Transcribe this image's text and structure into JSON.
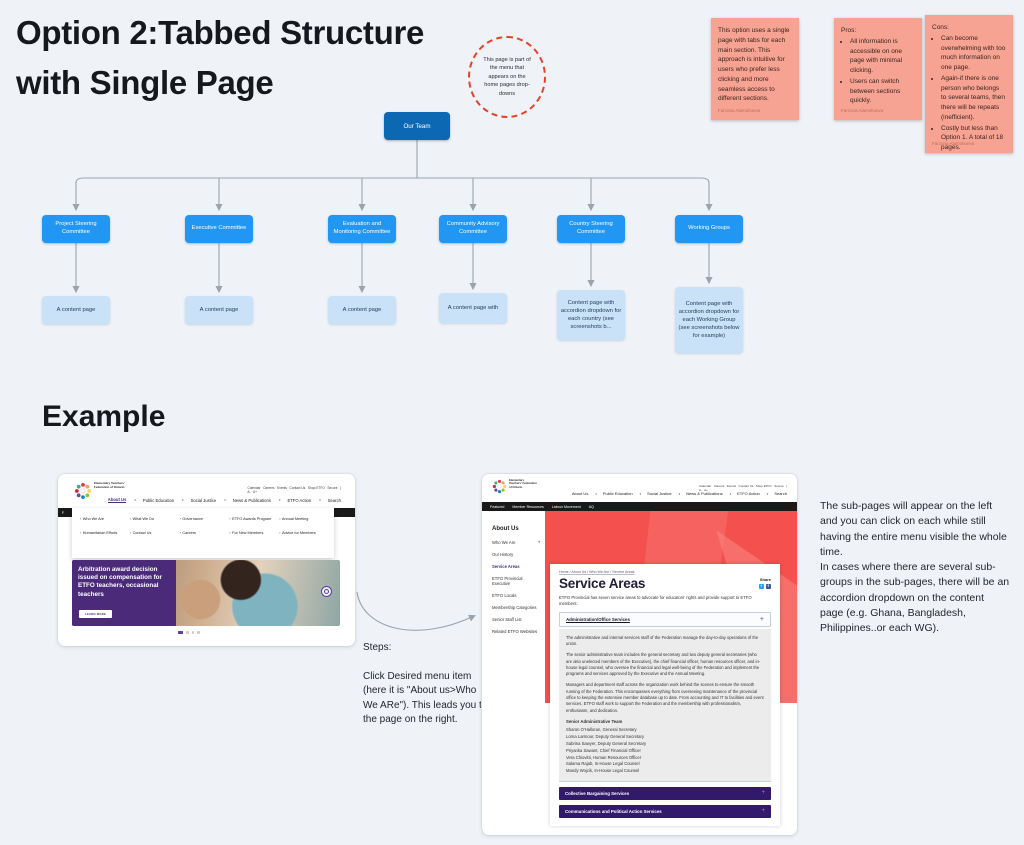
{
  "page": {
    "title_line1": "Option 2:Tabbed Structure",
    "title_line2": "with Single Page",
    "example_heading": "Example"
  },
  "annotation_circle": {
    "text": "This page is part of the menu that appears on the home pages drop-downs"
  },
  "sticky_notes": [
    {
      "text": "This option uses a single page with tabs for each main section. This approach is intuitive for users who prefer less clicking and more seamless access to different sections.",
      "author": "Farzona Alamshoeva"
    },
    {
      "title": "Pros:",
      "bullets": [
        "All information is accessible on one page with minimal clicking.",
        "Users can switch between sections quickly."
      ],
      "author": "Farzona Alamshoeva"
    },
    {
      "title": "Cons:",
      "bullets": [
        "Can become overwhelming with too much information on one page.",
        "Again-if there is one person who belongs to several teams, then there will be repeats (inefficient).",
        "Costly but less than Option 1. A total of 18 pages."
      ],
      "author": "Farzona Alamshoeva"
    }
  ],
  "orgchart": {
    "root": "Our Team",
    "children": [
      {
        "label": "Project Steering Committee",
        "content": "A content page"
      },
      {
        "label": "Executive Committee",
        "content": "A content page"
      },
      {
        "label": "Evaluation and Monitoring Committee",
        "content": "A content page"
      },
      {
        "label": "Community Advisory Committee",
        "content": "A content page with"
      },
      {
        "label": "Country Steering Committee",
        "content": "Content page with accordion dropdown for each country (see screenshots b..."
      },
      {
        "label": "Working Groups",
        "content": "Content page with accordion dropdown for each Working Group (see screenshots below for example)"
      }
    ]
  },
  "steps_note": {
    "label": "Steps:",
    "body": "Click Desired menu item (here it is \"About us>Who We ARe\"). This leads you to the page on the right."
  },
  "side_note": {
    "text": "The sub-pages will appear on the left and you can click on each while still having the entire menu visible the whole time.\nIn cases where there are several sub-groups in the sub-pages, there will be an accordion dropdown on the content page (e.g. Ghana, Bangladesh, Philippines..or each WG)."
  },
  "site": {
    "brand": "Elementary Teachers' Federation of Ontario",
    "utility": "Calendar   Careers   Events   Contact Us   Shop ETFO   Secure   |",
    "font_controls": "A-   A+",
    "nav": [
      "About Us",
      "Public Education",
      "Social Justice",
      "News & Publications",
      "ETFO Action",
      "Search"
    ]
  },
  "icons": {
    "chevron_down": "▾",
    "caret": "›",
    "plus": "+",
    "twitter": "t",
    "facebook": "f"
  },
  "home_page": {
    "black_bar_sliver": "F",
    "dropdown": [
      [
        "Who We Are",
        "What We Do",
        "Governance",
        "ETFO Awards Program",
        "Annual Meeting"
      ],
      [
        "Humanitarian Efforts",
        "Contact Us",
        "Careers",
        "For New Members",
        "Advice for Members"
      ]
    ],
    "hero_title": "Arbitration award decision issued on compensation for ETFO teachers, occasional teachers",
    "hero_button": "LEARN MORE"
  },
  "service_page": {
    "secondary_nav": [
      "Featured",
      "Member Resources",
      "Labour Movement",
      "AQ"
    ],
    "sidebar_title": "About Us",
    "sidebar_items": [
      "Who We Are",
      "Our History",
      "Service Areas",
      "ETFO Provincial Executive",
      "ETFO Locals",
      "Membership Categories",
      "Senior Staff List",
      "Related ETFO Websites"
    ],
    "breadcrumb": "Home / About Us / Who We Are / Service Areas",
    "title": "Service Areas",
    "share_label": "Share",
    "intro": "ETFO Provincial has seven service areas to advocate for educators' rights and provide support to ETFO members:",
    "accordion_open_label": "Administration/Office Services",
    "paragraphs": [
      "The administrative and internal services staff of the Federation manage the day-to-day operations of the union.",
      "The senior administrative team includes the general secretary and two deputy general secretaries (who are also unelected members of the Executive), the chief financial officer, human resources officer, and in-house legal counsel, who oversee the financial and legal well-being of the Federation and implement the programs and services approved by the Executive and the Annual Meeting.",
      "Managers and department staff across the organization work behind the scenes to ensure the smooth running of the Federation. This encompasses everything from overseeing maintenance of the provincial office to keeping the extensive member database up to date. From accounting and IT to facilities and event services, ETFO staff work to support the Federation and the membership with professionalism, enthusiasm, and dedication."
    ],
    "team_heading": "Senior Administrative Team",
    "team": [
      "Sharon O'Halloran, General Secretary",
      "Lorna Larmour, Deputy General Secretary",
      "Sabrina Sawyer, Deputy General Secretary",
      "Priyanka Sawant, Chief Financial Officer",
      "Vera Chiovitti, Human Resources Officer",
      "Salama Rajab, In-House Legal Counsel",
      "Mandy Wojcik, In-House Legal Counsel"
    ],
    "accordion_bars": [
      "Collective Bargaining Services",
      "Communications and Political Action Services"
    ]
  },
  "colors": {
    "board_bg": "#eff3f8",
    "root_box": "#0d68b3",
    "child_box": "#2196f3",
    "content_box": "#c9e2f8",
    "sticky": "#f7a393",
    "dashed_circle": "#e2442a",
    "etfo_purple": "#32196b",
    "hero_purple": "#4b2a7a",
    "banner_red": "#f4504e",
    "connector_gray": "#9aa4ad"
  }
}
